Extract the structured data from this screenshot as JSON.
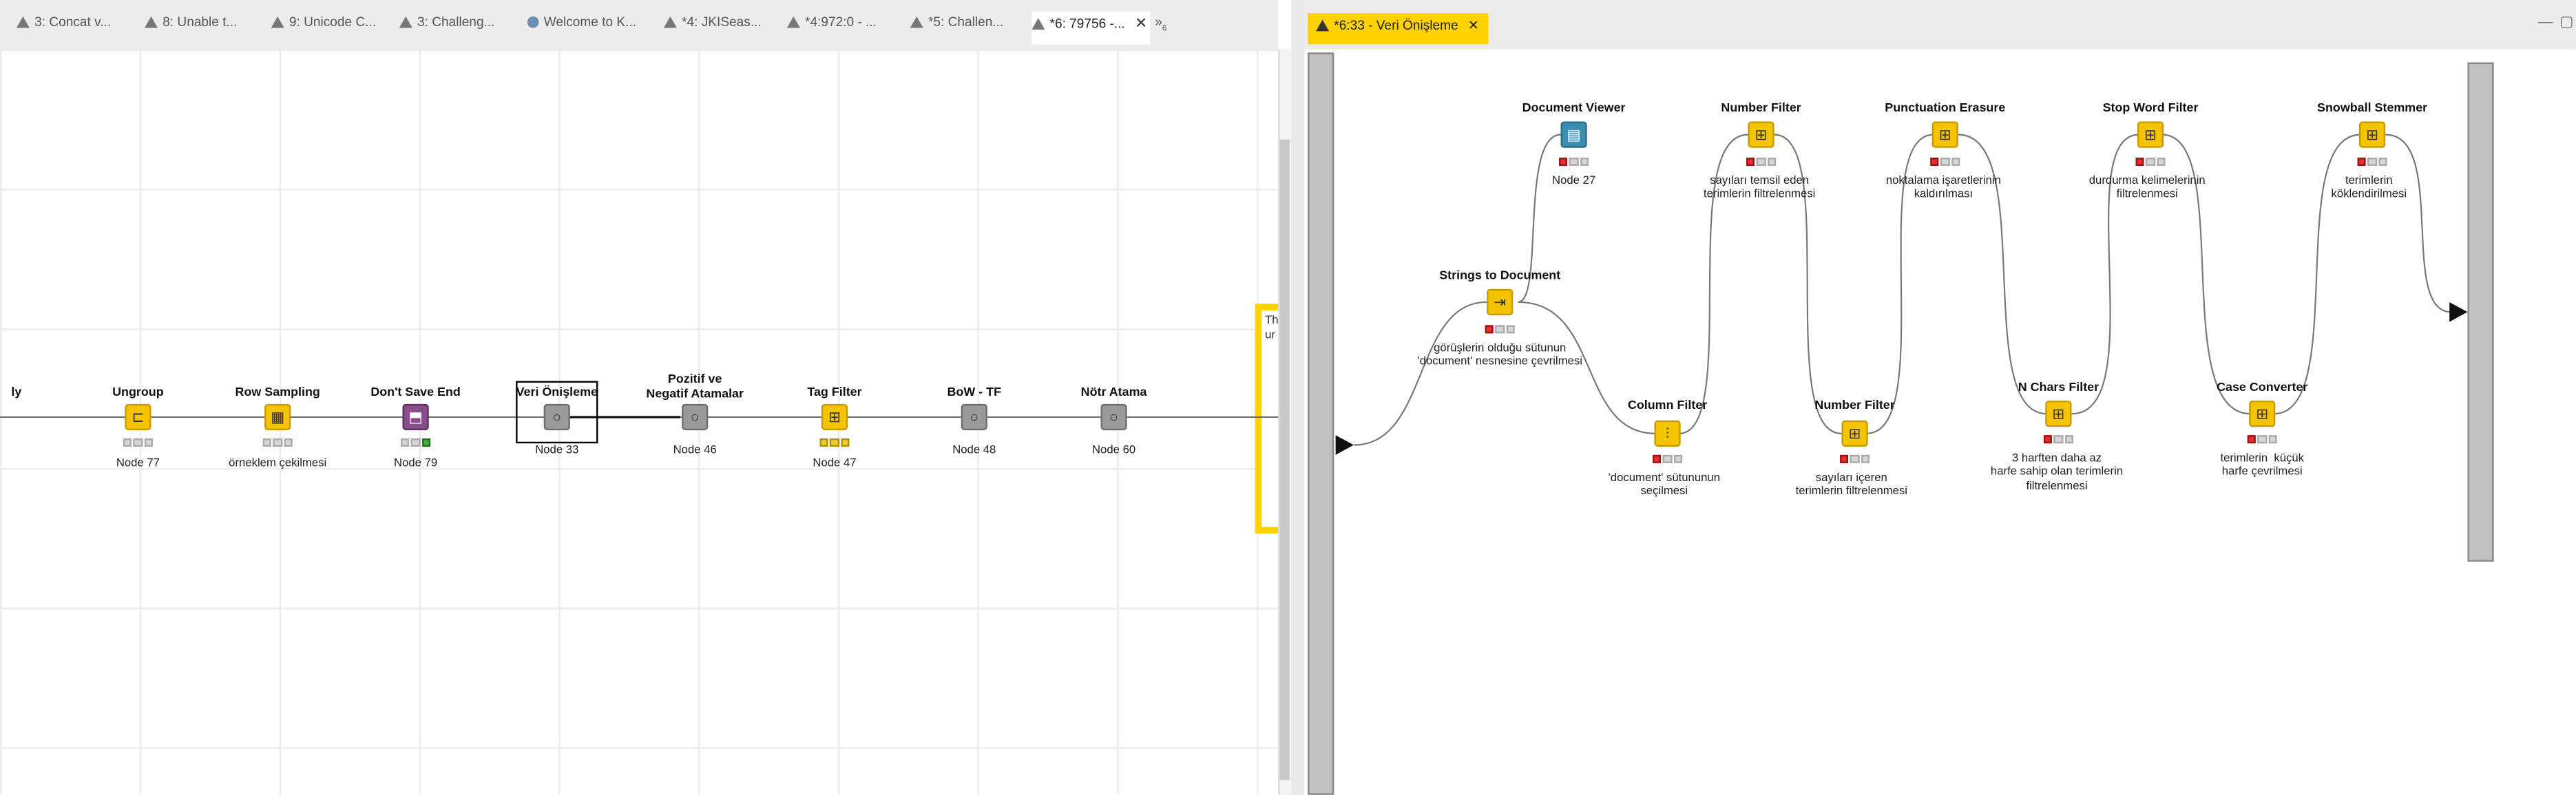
{
  "left_tabs": [
    {
      "label": "3: Concat v...",
      "icon": "warning-icon"
    },
    {
      "label": "8: Unable t...",
      "icon": "warning-icon"
    },
    {
      "label": "9: Unicode C...",
      "icon": "warning-icon"
    },
    {
      "label": "3: Challeng...",
      "icon": "warning-icon"
    },
    {
      "label": "Welcome to K...",
      "icon": "globe-icon"
    },
    {
      "label": "*4: JKISeas...",
      "icon": "warning-icon"
    },
    {
      "label": "*4:972:0 - ...",
      "icon": "warning-icon"
    },
    {
      "label": "*5: Challen...",
      "icon": "warning-icon"
    },
    {
      "label": "*6: 79756 -...",
      "icon": "warning-icon",
      "active": true
    }
  ],
  "left_overflow": "»",
  "left_overflow_count": "6",
  "right_tab": {
    "label": "*6:33 - Veri Önişleme"
  },
  "left_nodes": [
    {
      "title": "ly",
      "label": "",
      "icon": "none",
      "color": "none",
      "status": "none"
    },
    {
      "title": "Ungroup",
      "label": "Node 77",
      "icon": "ungroup-icon",
      "color": "yellow",
      "status": "grey"
    },
    {
      "title": "Row Sampling",
      "label": "örneklem çekilmesi",
      "icon": "row-sampling-icon",
      "color": "yellow",
      "status": "grey"
    },
    {
      "title": "Don't Save End",
      "label": "Node 79",
      "icon": "dont-save-icon",
      "color": "purple",
      "status": "green"
    },
    {
      "title": "Veri Önişleme",
      "label": "Node 33",
      "icon": "metanode-icon",
      "color": "grey",
      "status": "none"
    },
    {
      "title": "Pozitif ve\nNegatif Atamalar",
      "label": "Node 46",
      "icon": "metanode-icon",
      "color": "grey",
      "status": "none"
    },
    {
      "title": "Tag Filter",
      "label": "Node 47",
      "icon": "tag-filter-icon",
      "color": "yellow",
      "status": "yellow"
    },
    {
      "title": "BoW - TF",
      "label": "Node 48",
      "icon": "metanode-icon",
      "color": "grey",
      "status": "none"
    },
    {
      "title": "Nötr Atama",
      "label": "Node 60",
      "icon": "metanode-icon",
      "color": "grey",
      "status": "none"
    }
  ],
  "left_annotation_text": "Th\nur",
  "right_nodes": [
    {
      "title": "Strings to Document",
      "label": "görüşlerin olduğu sütunun\n'document' nesnesine çevrilmesi",
      "icon": "strings-to-document-icon",
      "color": "yellow",
      "status": "red"
    },
    {
      "title": "Document Viewer",
      "label": "Node 27",
      "icon": "document-viewer-icon",
      "color": "blue",
      "status": "red"
    },
    {
      "title": "Column Filter",
      "label": "'document' sütununun\nseçilmesi",
      "icon": "column-filter-icon",
      "color": "yellow",
      "status": "red"
    },
    {
      "title": "Number Filter",
      "label": "sayıları temsil eden\nterimlerin filtrelenmesi",
      "icon": "number-filter-icon",
      "color": "yellow",
      "status": "red"
    },
    {
      "title": "Number Filter",
      "label": "sayıları içeren\nterimlerin filtrelenmesi",
      "icon": "number-filter-icon",
      "color": "yellow",
      "status": "red"
    },
    {
      "title": "Punctuation Erasure",
      "label": "noktalama işaretlerinin\nkaldırılması",
      "icon": "punctuation-erasure-icon",
      "color": "yellow",
      "status": "red"
    },
    {
      "title": "N Chars Filter",
      "label": "3 harften daha az\nharfe sahip olan terimlerin\nfiltrelenmesi",
      "icon": "n-chars-filter-icon",
      "color": "yellow",
      "status": "red"
    },
    {
      "title": "Stop Word Filter",
      "label": "durdurma kelimelerinin\nfiltrelenmesi",
      "icon": "stop-word-filter-icon",
      "color": "yellow",
      "status": "red"
    },
    {
      "title": "Case Converter",
      "label": "terimlerin  küçük\nharfe çevrilmesi",
      "icon": "case-converter-icon",
      "color": "yellow",
      "status": "red"
    },
    {
      "title": "Snowball Stemmer",
      "label": "terimlerin\nköklendirilmesi",
      "icon": "snowball-stemmer-icon",
      "color": "yellow",
      "status": "red"
    }
  ]
}
